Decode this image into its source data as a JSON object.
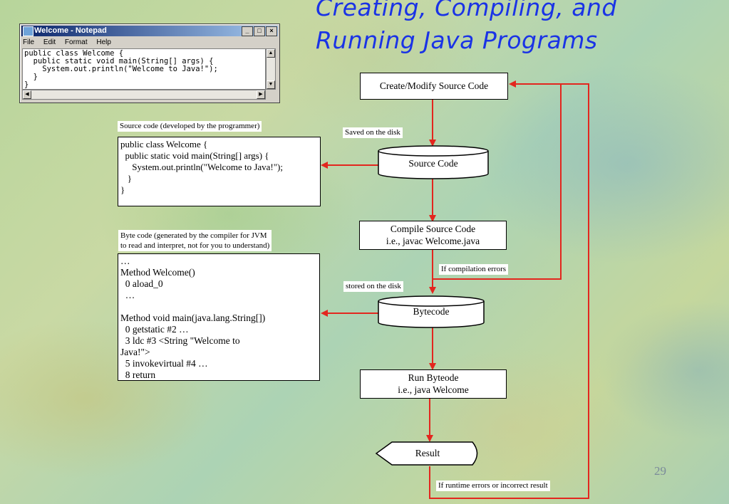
{
  "title": {
    "line1": "Creating, Compiling, and",
    "line2": "Running  Java  Programs"
  },
  "notepad": {
    "window_title": "Welcome - Notepad",
    "menu": [
      "File",
      "Edit",
      "Format",
      "Help"
    ],
    "content": "public class Welcome {\n  public static void main(String[] args) {\n    System.out.println(\"Welcome to Java!\");\n  }\n}"
  },
  "flow": {
    "create_modify": "Create/Modify Source Code",
    "saved_on_disk": "Saved on the disk",
    "source_code": "Source Code",
    "compile_line1": "Compile Source Code",
    "compile_line2": "i.e., javac Welcome.java",
    "if_compilation_errors": "If compilation errors",
    "stored_on_disk": "stored on the disk",
    "bytecode": "Bytecode",
    "run_line1": "Run Byteode",
    "run_line2": "i.e., java Welcome",
    "result": "Result",
    "if_runtime_errors": "If runtime errors or incorrect result"
  },
  "source_panel": {
    "label": "Source code (developed by the programmer)",
    "code": "public class Welcome {\n  public static void main(String[] args) {\n     System.out.println(\"Welcome to Java!\");\n   }\n}"
  },
  "bytecode_panel": {
    "label_line1": "Byte code (generated by the compiler for JVM",
    "label_line2": "to read and interpret, not for you to understand)",
    "code": "…\nMethod Welcome()\n  0 aload_0\n  …\n\nMethod void main(java.lang.String[])\n  0 getstatic #2 …\n  3 ldc #3 <String \"Welcome to\nJava!\">\n  5 invokevirtual #4 …\n  8 return"
  },
  "page_number": "29",
  "colors": {
    "arrow": "#e3261e",
    "title": "#1a33e6"
  }
}
